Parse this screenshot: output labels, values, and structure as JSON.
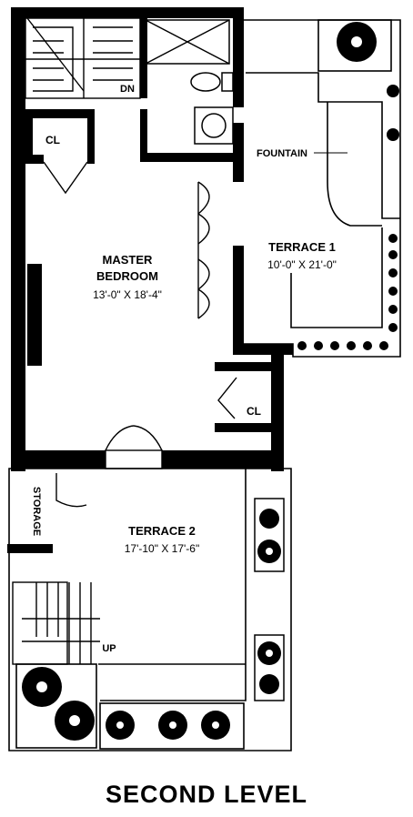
{
  "title": "SECOND LEVEL",
  "rooms": {
    "master": {
      "name_line1": "MASTER",
      "name_line2": "BEDROOM",
      "dims": "13'-0\" X 18'-4\""
    },
    "terrace1": {
      "name": "TERRACE 1",
      "dims": "10'-0\" X 21'-0\""
    },
    "terrace2": {
      "name": "TERRACE 2",
      "dims": "17'-10\" X 17'-6\""
    }
  },
  "labels": {
    "closet_top": "CL",
    "closet_right": "CL",
    "stair_down": "DN",
    "stair_up": "UP",
    "fountain": "FOUNTAIN",
    "storage": "STORAGE"
  }
}
